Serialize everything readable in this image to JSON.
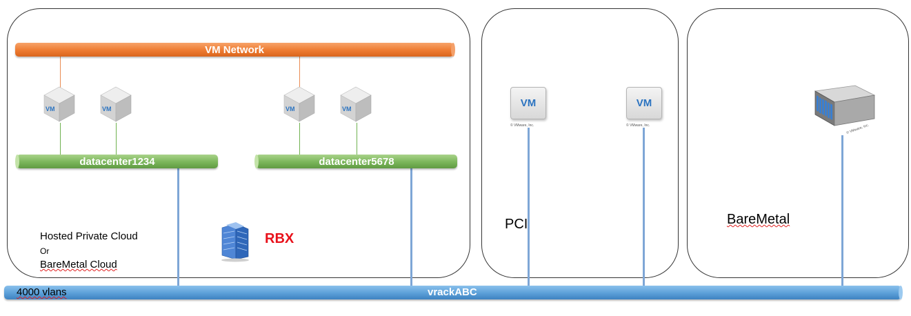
{
  "vm_network": "VM Network",
  "datacenters": [
    "datacenter1234",
    "datacenter5678"
  ],
  "vm_icon_text": "VM",
  "vmware_caption": "© VMware, Inc.",
  "hosted_label": {
    "line1": "Hosted Private Cloud",
    "line2": "Or",
    "line3": "BareMetal Cloud"
  },
  "rbx": {
    "label": "RBX",
    "color": "#e8101a"
  },
  "pci": "PCI",
  "baremetal": "BareMetal",
  "vrack": {
    "left_label": "4000 vlans",
    "name": "vrackABC"
  },
  "colors": {
    "vm_network": "#ee7b31",
    "datacenter": "#7ab55a",
    "vrack": "#5b9fd8",
    "vm_text": "#2b73c0"
  }
}
